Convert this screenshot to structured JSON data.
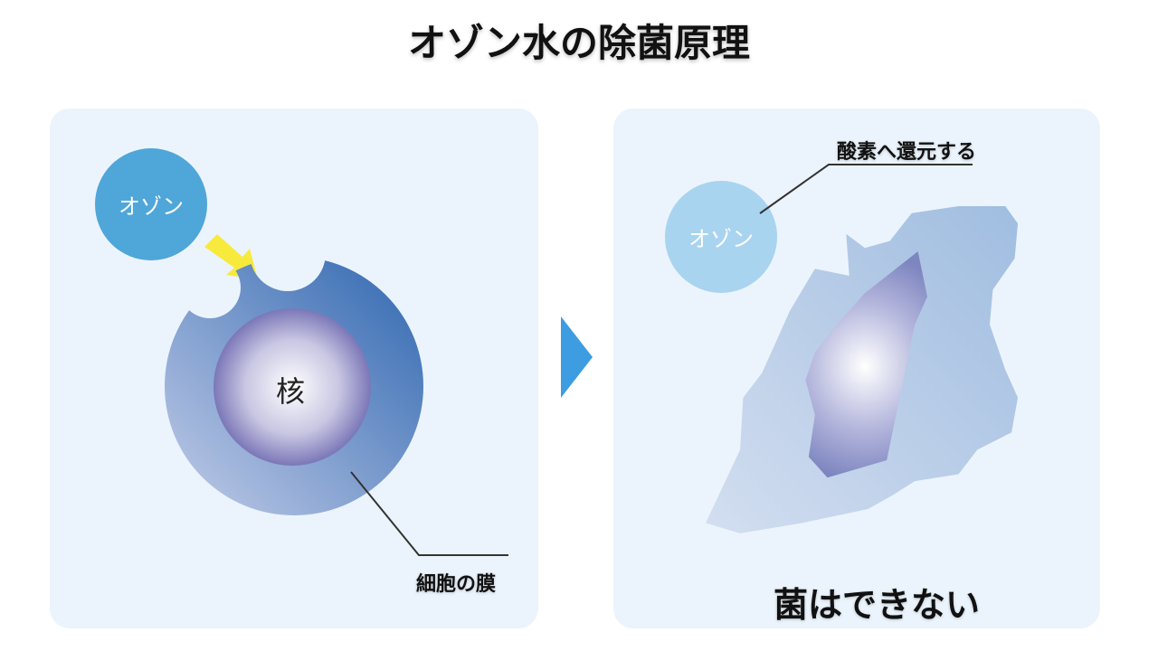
{
  "title": "オゾン水の除菌原理",
  "left_panel": {
    "ozone_label": "オゾン",
    "nucleus_label": "核",
    "membrane_label": "細胞の膜"
  },
  "right_panel": {
    "ozone_label": "オゾン",
    "reduction_label": "酸素へ還元する",
    "result_label": "菌はできない"
  },
  "colors": {
    "panel_bg": "#ebf4fc",
    "ozone_left": "#4fa6d9",
    "ozone_right": "#a8d4f0",
    "arrow_yellow": "#f7ea3c",
    "step_arrow": "#3d9de0"
  }
}
